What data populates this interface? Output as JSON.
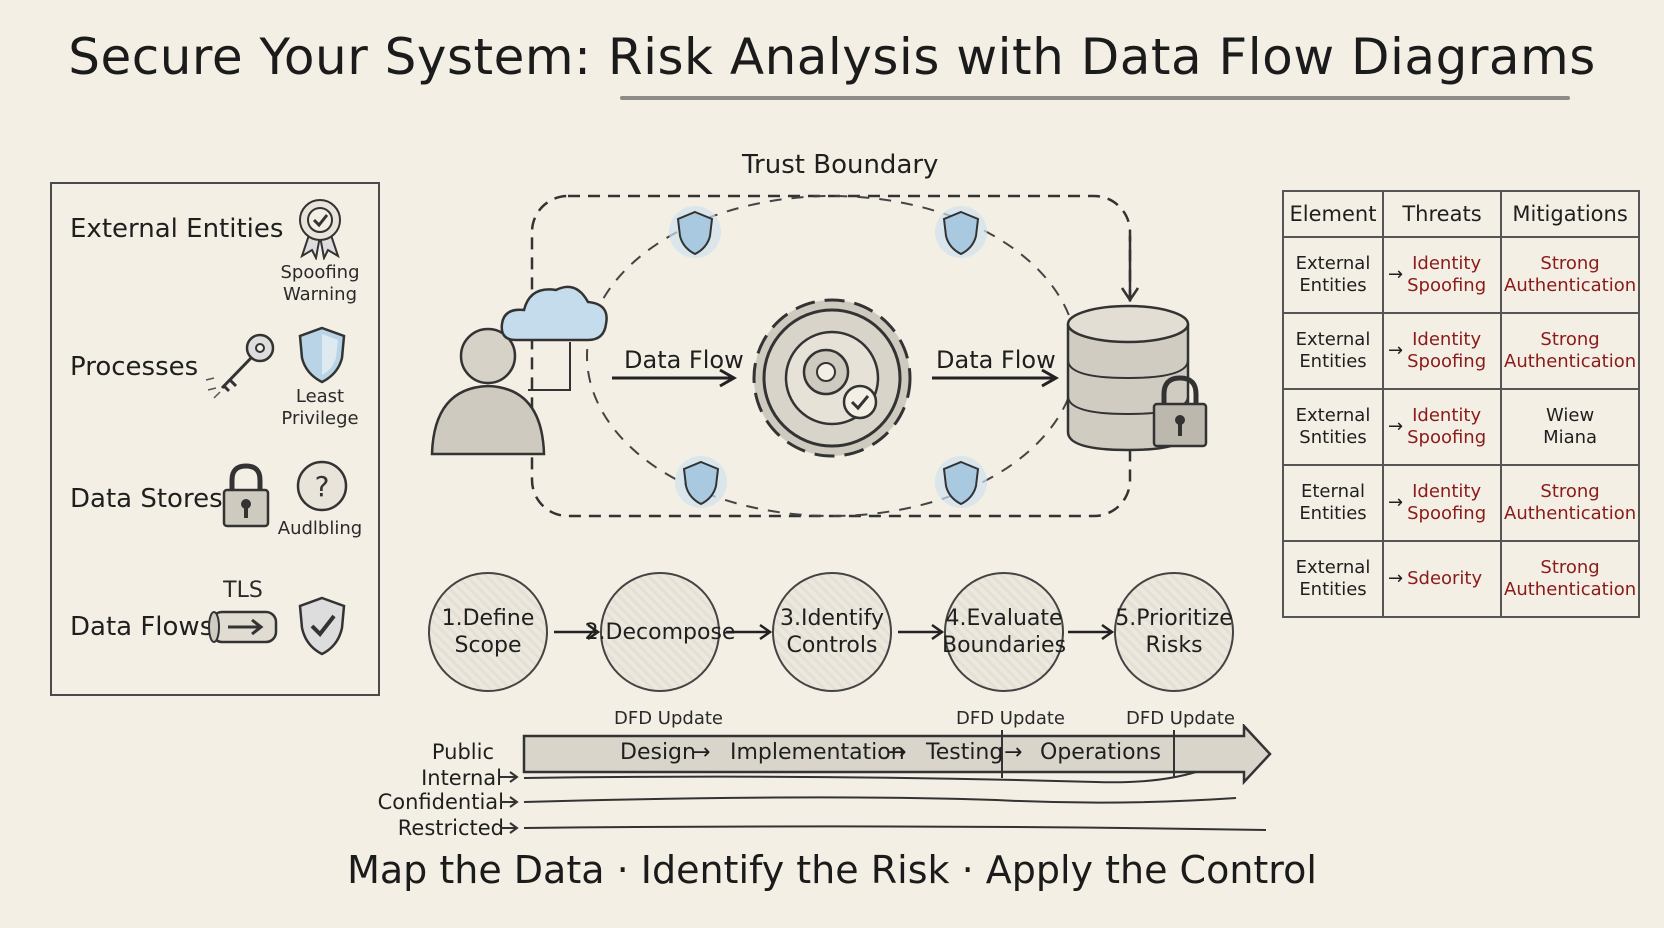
{
  "title": "Secure Your System: Risk Analysis with Data Flow Diagrams",
  "legend": {
    "external_entities": "External Entities",
    "spoofing_warning_line1": "Spoofing",
    "spoofing_warning_line2": "Warning",
    "processes": "Processes",
    "least_privilege_line1": "Least",
    "least_privilege_line2": "Privilege",
    "data_stores": "Data Stores",
    "auditing": "Audlbling",
    "tls": "TLS",
    "data_flows": "Data Flows"
  },
  "diagram": {
    "trust_boundary": "Trust Boundary",
    "flow_left": "Data Flow",
    "flow_right": "Data Flow"
  },
  "steps": [
    {
      "line1": "1.Define",
      "line2": "Scope"
    },
    {
      "line1": "2.Decompose",
      "line2": ""
    },
    {
      "line1": "3.Identify",
      "line2": "Controls"
    },
    {
      "line1": "4.Evaluate",
      "line2": "Boundaries"
    },
    {
      "line1": "5.Prioritize",
      "line2": "Risks"
    }
  ],
  "dfd_updates": [
    "DFD Update",
    "DFD Update",
    "DFD Update"
  ],
  "lifecycle": {
    "design": "Design",
    "implementation": "Implementation",
    "testing": "Testing",
    "operations": "Operations",
    "arrow": "→"
  },
  "classifications": [
    "Public",
    "Internal",
    "Confidential",
    "Restricted"
  ],
  "threat_table": {
    "headers": [
      "Element",
      "Threats",
      "Mitigations"
    ],
    "rows": [
      {
        "element": [
          "External",
          "Entities"
        ],
        "threat": [
          "Identity",
          "Spoofing"
        ],
        "mitigation": [
          "Strong",
          "Authentication"
        ],
        "mitigation_red": true
      },
      {
        "element": [
          "External",
          "Entities"
        ],
        "threat": [
          "Identity",
          "Spoofing"
        ],
        "mitigation": [
          "Strong",
          "Authentication"
        ],
        "mitigation_red": true
      },
      {
        "element": [
          "External",
          "Sntities"
        ],
        "threat": [
          "Identity",
          "Spoofing"
        ],
        "mitigation": [
          "Wiew",
          "Miana"
        ],
        "mitigation_red": false
      },
      {
        "element": [
          "Eternal",
          "Entities"
        ],
        "threat": [
          "Identity",
          "Spoofing"
        ],
        "mitigation": [
          "Strong",
          "Authentication"
        ],
        "mitigation_red": true
      },
      {
        "element": [
          "External",
          "Entities"
        ],
        "threat": [
          "Sdeority",
          ""
        ],
        "mitigation": [
          "Strong",
          "Authentication"
        ],
        "mitigation_red": true
      }
    ]
  },
  "tagline": "Map the Data · Identify the Risk · Apply the Control",
  "colors": {
    "background": "#f3efe4",
    "ink": "#1f1f1f",
    "threat_red": "#8b1a1a",
    "shield_blue": "#9ec4e0"
  }
}
